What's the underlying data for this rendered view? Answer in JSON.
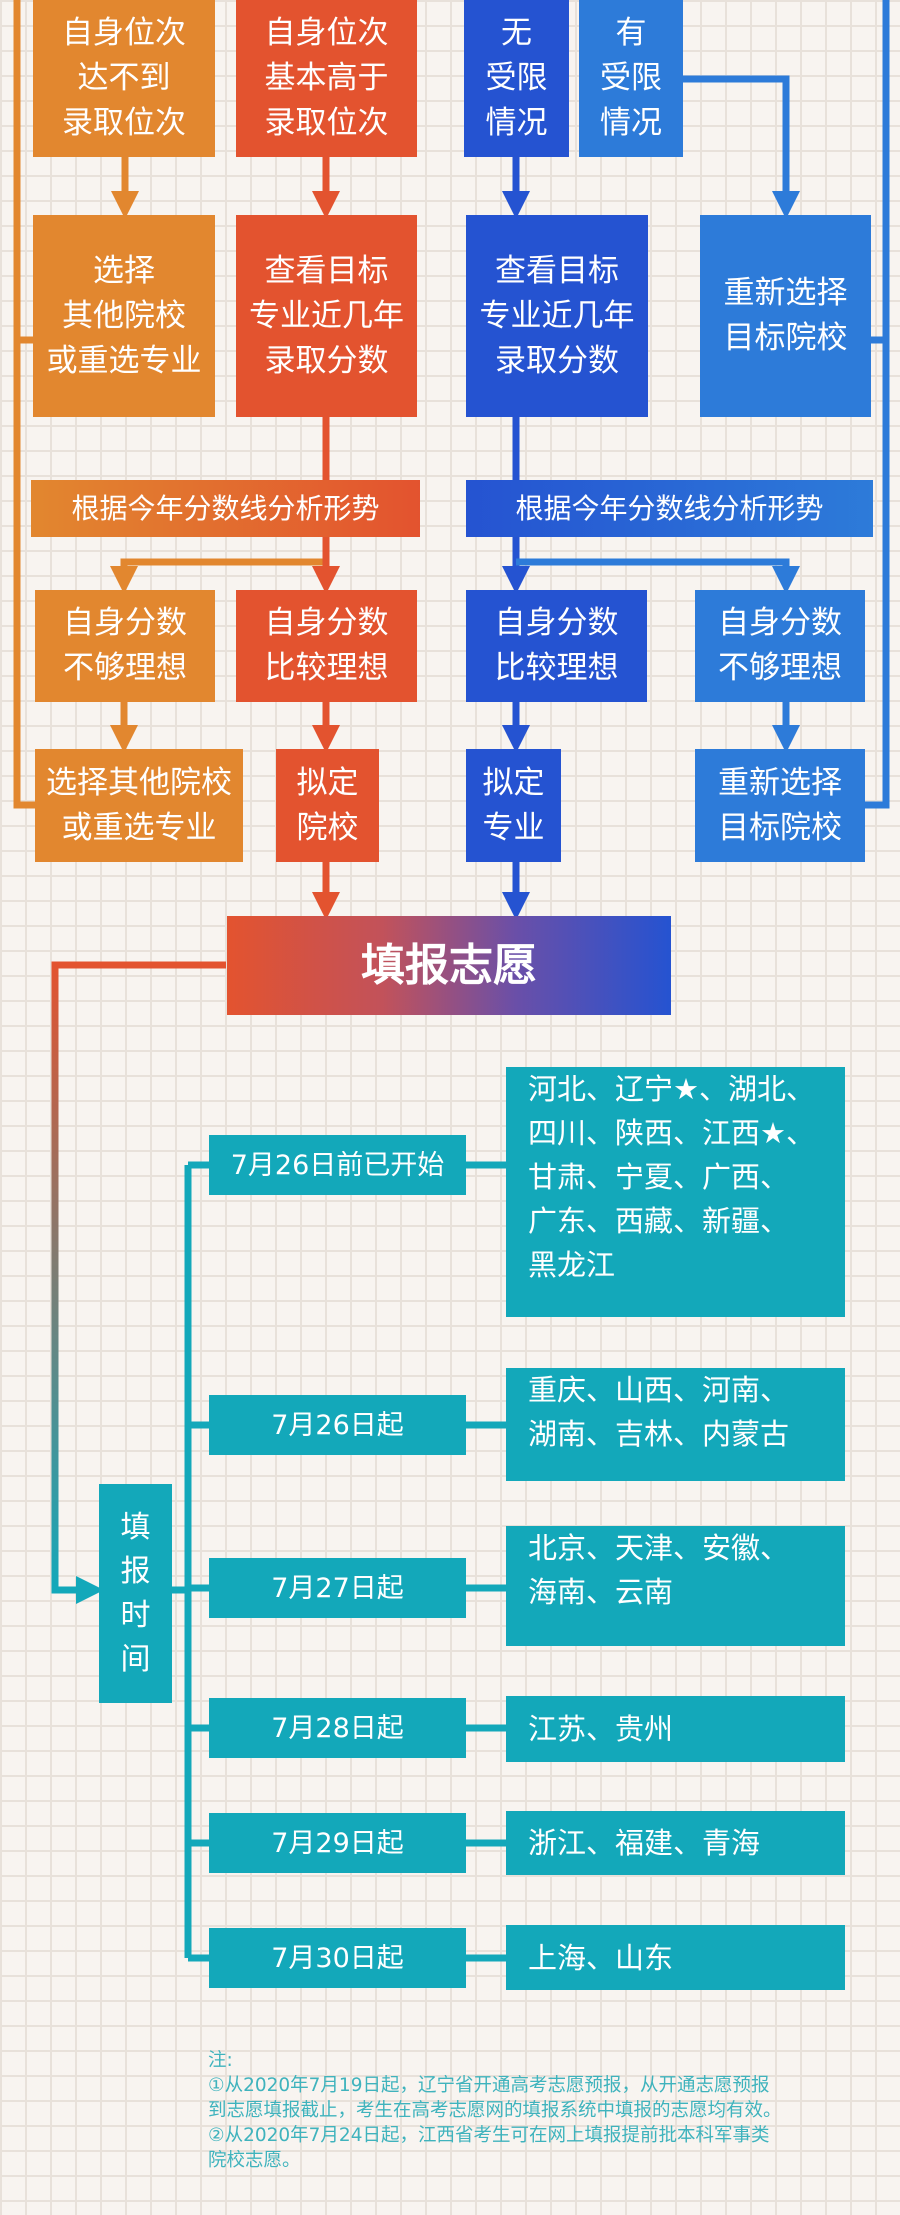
{
  "colors": {
    "orange": "#e2872f",
    "red": "#e3532f",
    "blue": "#2553d1",
    "light_blue": "#2d7bd9",
    "teal": "#13a8ba"
  },
  "left": {
    "rank_low": [
      "自身位次",
      "达不到",
      "录取位次"
    ],
    "rank_high": [
      "自身位次",
      "基本高于",
      "录取位次"
    ],
    "choose_other": [
      "选择",
      "其他院校",
      "或重选专业"
    ],
    "check_scores": [
      "查看目标",
      "专业近几年",
      "录取分数"
    ],
    "analyze": "根据今年分数线分析形势",
    "score_low": [
      "自身分数",
      "不够理想"
    ],
    "score_good": [
      "自身分数",
      "比较理想"
    ],
    "choose_other_2": [
      "选择其他院校",
      "或重选专业"
    ],
    "draft": [
      "拟定",
      "院校"
    ]
  },
  "right": {
    "no_limit": [
      "无",
      "受限",
      "情况"
    ],
    "has_limit": [
      "有",
      "受限",
      "情况"
    ],
    "check_scores": [
      "查看目标",
      "专业近几年",
      "录取分数"
    ],
    "reselect": [
      "重新选择",
      "目标院校"
    ],
    "analyze": "根据今年分数线分析形势",
    "score_good": [
      "自身分数",
      "比较理想"
    ],
    "score_low": [
      "自身分数",
      "不够理想"
    ],
    "draft": [
      "拟定",
      "专业"
    ],
    "reselect_2": [
      "重新选择",
      "目标院校"
    ]
  },
  "main": {
    "title": "填报志愿"
  },
  "timeline": {
    "label": [
      "填",
      "报",
      "时",
      "间"
    ],
    "rows": [
      {
        "date": "7月26日前已开始",
        "provinces": [
          "河北、辽宁★、湖北、",
          "四川、陕西、江西★、",
          "甘肃、宁夏、广西、",
          "广东、西藏、新疆、",
          "黑龙江"
        ]
      },
      {
        "date": "7月26日起",
        "provinces": [
          "重庆、山西、河南、",
          "湖南、吉林、内蒙古"
        ]
      },
      {
        "date": "7月27日起",
        "provinces": [
          "北京、天津、安徽、",
          "海南、云南"
        ]
      },
      {
        "date": "7月28日起",
        "provinces": [
          "江苏、贵州"
        ]
      },
      {
        "date": "7月29日起",
        "provinces": [
          "浙江、福建、青海"
        ]
      },
      {
        "date": "7月30日起",
        "provinces": [
          "上海、山东"
        ]
      }
    ]
  },
  "notes": {
    "title": "注:",
    "lines": [
      "①从2020年7月19日起，辽宁省开通高考志愿预报，从开通志愿预报",
      "到志愿填报截止，考生在高考志愿网的填报系统中填报的志愿均有效。",
      "②从2020年7月24日起，江西省考生可在网上填报提前批本科军事类",
      "院校志愿。"
    ]
  }
}
